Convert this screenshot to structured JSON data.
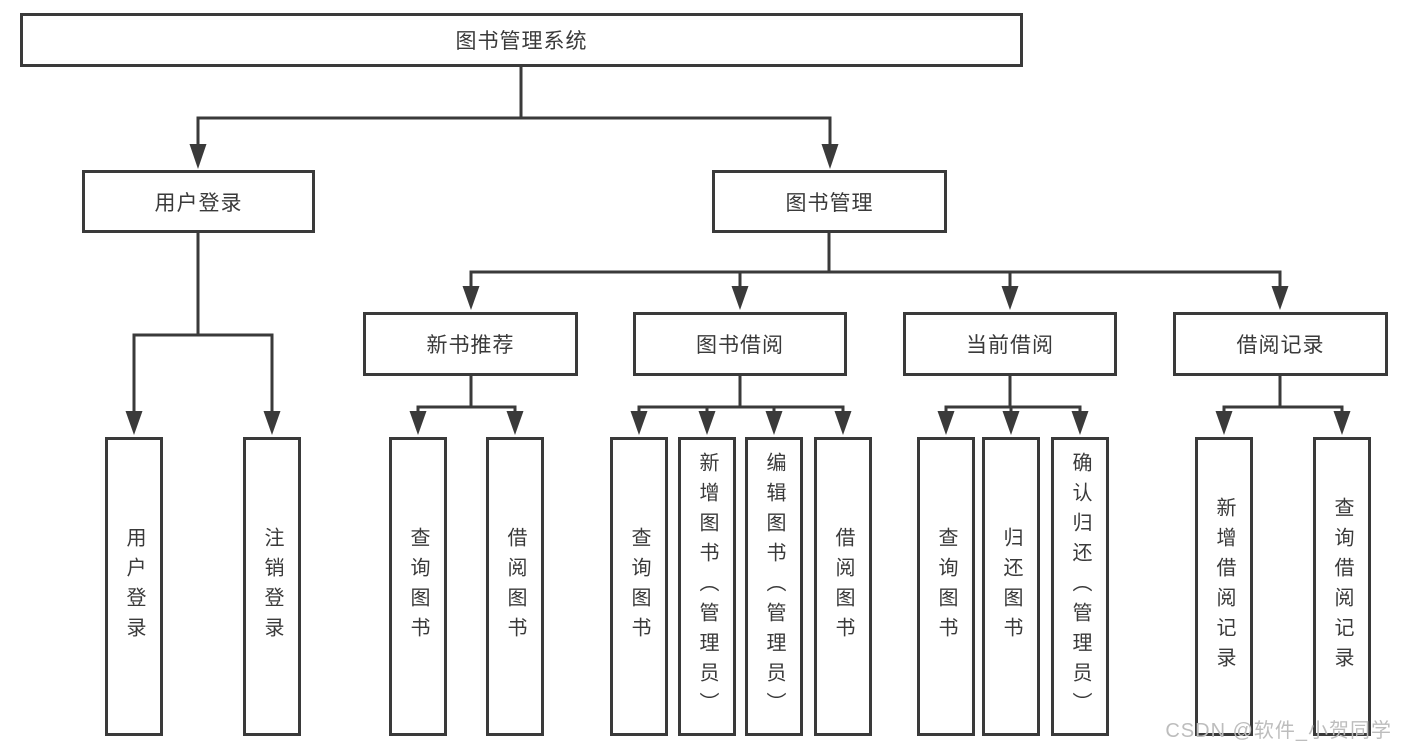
{
  "tree": {
    "root": "图书管理系统",
    "branches": [
      {
        "label": "用户登录",
        "children": [
          "用户登录",
          "注销登录"
        ]
      },
      {
        "label": "图书管理",
        "groups": [
          {
            "label": "新书推荐",
            "children": [
              "查询图书",
              "借阅图书"
            ]
          },
          {
            "label": "图书借阅",
            "children": [
              "查询图书",
              "新增图书（管理员）",
              "编辑图书（管理员）",
              "借阅图书"
            ]
          },
          {
            "label": "当前借阅",
            "children": [
              "查询图书",
              "归还图书",
              "确认归还（管理员）"
            ]
          },
          {
            "label": "借阅记录",
            "children": [
              "新增借阅记录",
              "查询借阅记录"
            ]
          }
        ]
      }
    ]
  },
  "watermark": {
    "text": "CSDN @软件_小贺同学"
  },
  "colors": {
    "line": "#3a3a3a",
    "text": "#3a3a3a",
    "watermark": "#bdbdbd",
    "background": "#ffffff"
  }
}
